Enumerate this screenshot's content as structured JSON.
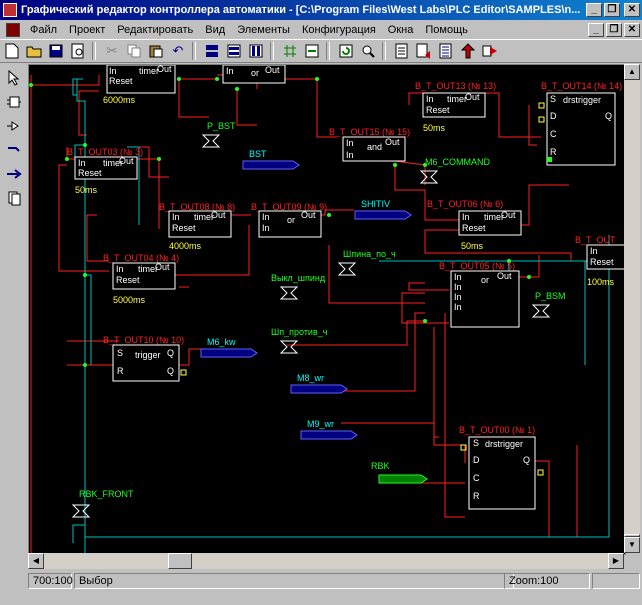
{
  "window": {
    "title": "Графический редактор контроллера автоматики - [C:\\Program Files\\West Labs\\PLC Editor\\SAMPLES\\n...",
    "minimize": "_",
    "restore": "❐",
    "close": "✕"
  },
  "menu": {
    "items": [
      "Файл",
      "Проект",
      "Редактировать",
      "Вид",
      "Элементы",
      "Конфигурация",
      "Окна",
      "Помощь"
    ],
    "min": "_",
    "restore": "❐",
    "close": "✕"
  },
  "status": {
    "coords": "700:100",
    "mode": "Выбор",
    "zoom": "Zoom:100"
  },
  "diagram": {
    "labels": {
      "b0": "B_T_OUT03 (№ 3)",
      "b1": "B_T_OUT08 (№ 8)",
      "b2": "B_T_OUT09 (№ 9)",
      "b3": "B_T_OUT04 (№ 4)",
      "b4": "B_T_OUT10 (№ 10)",
      "b5": "B_T_OUT15 (№ 15)",
      "b6": "B_T_OUT13 (№ 13)",
      "b7": "B_T_OUT14 (№ 14)",
      "b8": "B_T_OUT06 (№ 6)",
      "b9": "B_T_OUT05 (№ 5)",
      "b10": "B_T_OUT00 (№ 1)",
      "b11": "B_T_OUT"
    },
    "times": {
      "t0": "6000ms",
      "t1": "50ms",
      "t2": "4000ms",
      "t3": "5000ms",
      "t4": "50ms",
      "t5": "50ms",
      "t6": "100ms"
    },
    "signals": {
      "s0": "P_BST",
      "s1": "BST",
      "s2": "M6_COMMAND",
      "s3": "SHITIV",
      "s4": "Шпина_по_ч",
      "s5": "Выкл_шпинд",
      "s6": "Шп_против_ч",
      "s7": "P_BSM",
      "s8": "M6_kw",
      "s9": "M8_wr",
      "s10": "M9_wr",
      "s11": "RBK",
      "s12": "RBK_FRONT"
    },
    "pins": {
      "in": "In",
      "reset": "Reset",
      "out": "Out",
      "timer": "timer",
      "or": "or",
      "and": "and",
      "trigger": "trigger",
      "drstrigger": "drstrigger",
      "s": "S",
      "r": "R",
      "q": "Q",
      "qbar": "Q",
      "d": "D",
      "c": "C"
    }
  }
}
